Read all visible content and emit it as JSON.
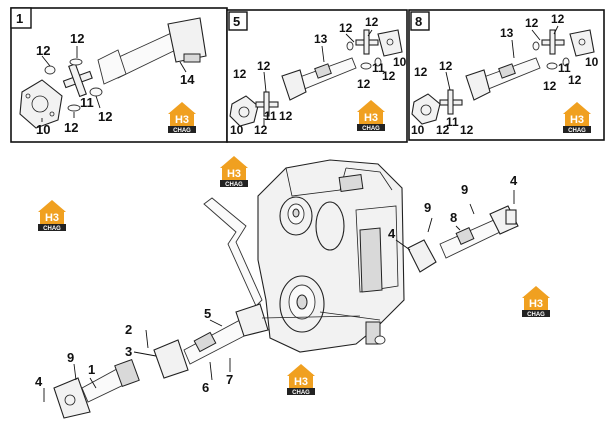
{
  "insets": [
    {
      "number": "1",
      "labels": [
        "12",
        "12",
        "12",
        "11",
        "12",
        "10",
        "14"
      ]
    },
    {
      "number": "5",
      "labels": [
        "13",
        "12",
        "12",
        "12",
        "12",
        "10",
        "11",
        "12",
        "12",
        "10",
        "11",
        "12",
        "12"
      ]
    },
    {
      "number": "8",
      "labels": [
        "13",
        "12",
        "12",
        "12",
        "12",
        "10",
        "11",
        "12",
        "12",
        "10",
        "11",
        "12",
        "12"
      ]
    }
  ],
  "main_labels": [
    "9",
    "4",
    "8",
    "9",
    "4",
    "5",
    "2",
    "3",
    "1",
    "9",
    "4",
    "6",
    "7"
  ],
  "watermark": {
    "top": "H3",
    "bottom": "CHAG",
    "color": "#f0a020"
  }
}
